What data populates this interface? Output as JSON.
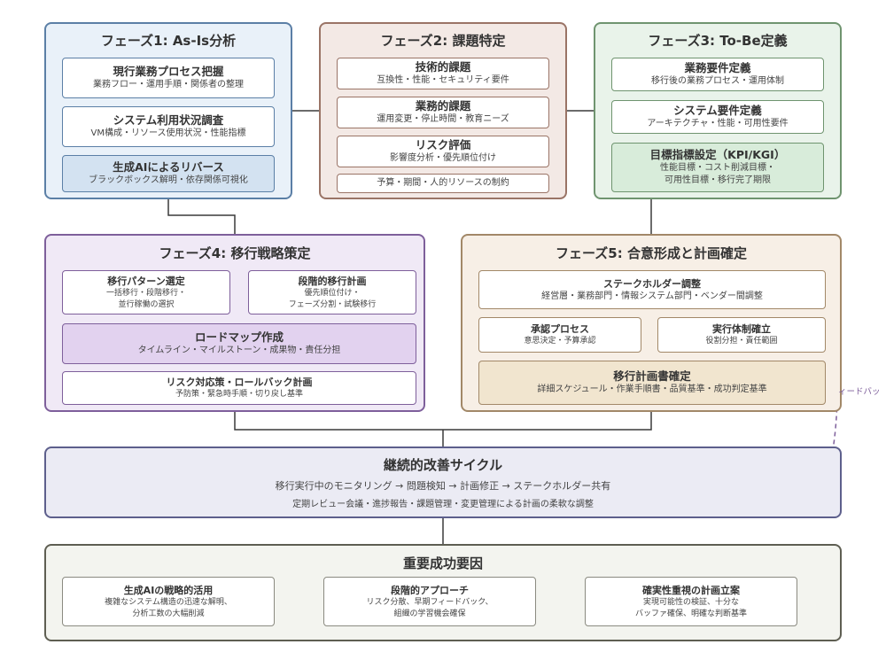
{
  "phase1": {
    "title": "フェーズ1: As-Is分析",
    "items": [
      {
        "title": "現行業務プロセス把握",
        "sub": "業務フロー・運用手順・関係者の整理"
      },
      {
        "title": "システム利用状況調査",
        "sub": "VM構成・リソース使用状況・性能指標"
      },
      {
        "title": "生成AIによるリバース",
        "sub": "ブラックボックス解明・依存関係可視化"
      }
    ]
  },
  "phase2": {
    "title": "フェーズ2: 課題特定",
    "items": [
      {
        "title": "技術的課題",
        "sub": "互換性・性能・セキュリティ要件"
      },
      {
        "title": "業務的課題",
        "sub": "運用変更・停止時間・教育ニーズ"
      },
      {
        "title": "リスク評価",
        "sub": "影響度分析・優先順位付け"
      }
    ],
    "note": "予算・期間・人的リソースの制約"
  },
  "phase3": {
    "title": "フェーズ3: To-Be定義",
    "items": [
      {
        "title": "業務要件定義",
        "sub": "移行後の業務プロセス・運用体制"
      },
      {
        "title": "システム要件定義",
        "sub": "アーキテクチャ・性能・可用性要件"
      },
      {
        "title": "目標指標設定（KPI/KGI）",
        "sub1": "性能目標・コスト削減目標・",
        "sub2": "可用性目標・移行完了期限"
      }
    ]
  },
  "phase4": {
    "title": "フェーズ4: 移行戦略策定",
    "pattern": {
      "title": "移行パターン選定",
      "sub1": "一括移行・段階移行・",
      "sub2": "並行稼働の選択"
    },
    "stepwise": {
      "title": "段階的移行計画",
      "sub1": "優先順位付け・",
      "sub2": "フェーズ分割・試験移行"
    },
    "roadmap": {
      "title": "ロードマップ作成",
      "sub": "タイムライン・マイルストーン・成果物・責任分担"
    },
    "risk": {
      "title": "リスク対応策・ロールバック計画",
      "sub": "予防策・緊急時手順・切り戻し基準"
    }
  },
  "phase5": {
    "title": "フェーズ5: 合意形成と計画確定",
    "stakeholder": {
      "title": "ステークホルダー調整",
      "sub": "経営層・業務部門・情報システム部門・ベンダー間調整"
    },
    "approval": {
      "title": "承認プロセス",
      "sub": "意思決定・予算承認"
    },
    "org": {
      "title": "実行体制確立",
      "sub": "役割分担・責任範囲"
    },
    "plan": {
      "title": "移行計画書確定",
      "sub": "詳細スケジュール・作業手順書・品質基準・成功判定基準"
    }
  },
  "feedback_label": "ィードバッ",
  "cycle": {
    "title": "継続的改善サイクル",
    "line1": "移行実行中のモニタリング → 問題検知 → 計画修正 → ステークホルダー共有",
    "line2": "定期レビュー会議・進捗報告・課題管理・変更管理による計画の柔軟な調整"
  },
  "factors": {
    "title": "重要成功要因",
    "items": [
      {
        "title": "生成AIの戦略的活用",
        "sub1": "複雑なシステム構造の迅速な解明、",
        "sub2": "分析工数の大幅削減"
      },
      {
        "title": "段階的アプローチ",
        "sub1": "リスク分散、早期フィードバック、",
        "sub2": "組織の学習機会確保"
      },
      {
        "title": "確実性重視の計画立案",
        "sub1": "実現可能性の検証、十分な",
        "sub2": "バッファ確保、明確な判断基準"
      }
    ]
  },
  "colors": {
    "phase1": "#e9f1f9",
    "phase1_border": "#5b7fa6",
    "phase2": "#f3e9e5",
    "phase2_border": "#9a7466",
    "phase3": "#e9f3ea",
    "phase3_border": "#6f946f",
    "phase4": "#f0e9f6",
    "phase4_border": "#7e5f9b",
    "phase5": "#f7efe6",
    "phase5_border": "#a28868",
    "cycle": "#ebebf4",
    "cycle_border": "#5d5f8c",
    "factors": "#f3f4ef",
    "factors_border": "#5e5e52"
  }
}
